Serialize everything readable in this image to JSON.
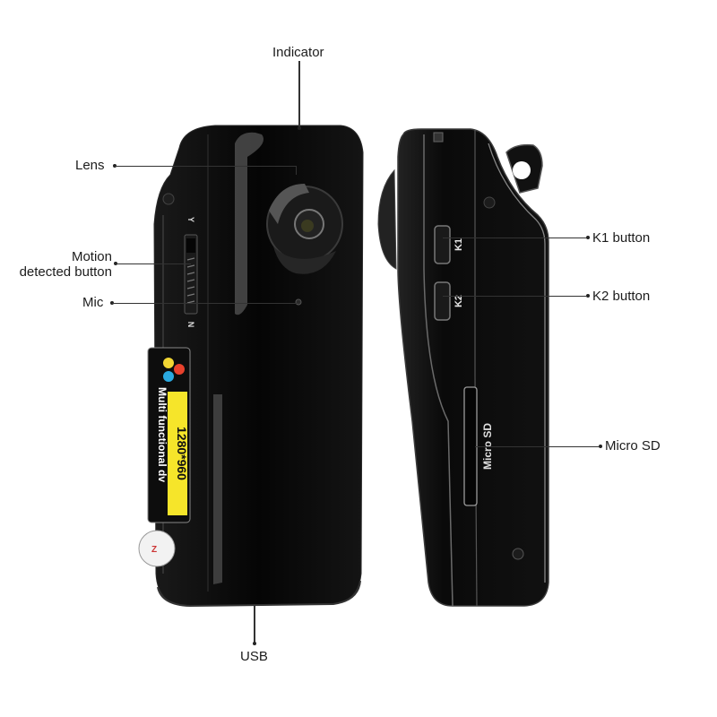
{
  "labels": {
    "indicator": "Indicator",
    "lens": "Lens",
    "motion_line1": "Motion",
    "motion_line2": "detected button",
    "mic": "Mic",
    "usb": "USB",
    "k1": "K1 button",
    "k2": "K2 button",
    "micro_sd": "Micro SD"
  },
  "device_markings": {
    "switch_top": "Y",
    "switch_bottom": "N",
    "sticker_line1": "Multi functional dv",
    "sticker_resolution": "1280*960",
    "k1": "K1",
    "k2": "K2",
    "slot_text": "Micro SD"
  },
  "colors": {
    "body": "#0b0b0b",
    "highlight": "#6a6a6a",
    "sticker_yellow": "#f6e52a",
    "dot_yellow": "#f2d633",
    "dot_red": "#e8412c",
    "dot_blue": "#2aa9e0",
    "leader_line": "#333333"
  }
}
